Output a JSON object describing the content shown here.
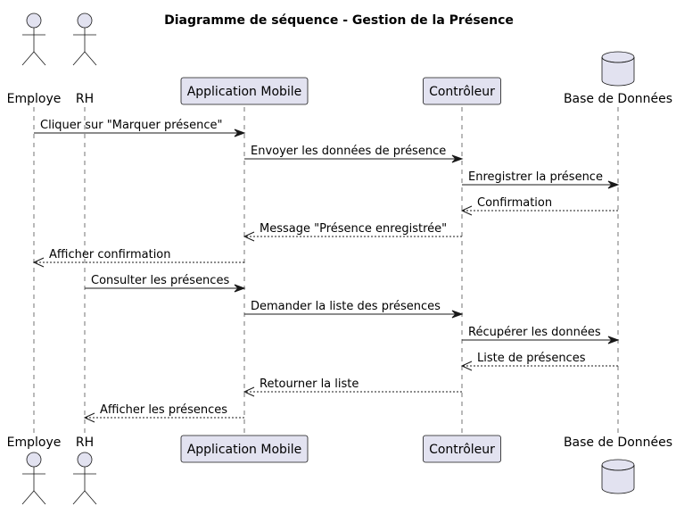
{
  "title": "Diagramme de séquence - Gestion de la Présence",
  "participants": [
    {
      "id": "employe",
      "label": "Employe",
      "kind": "actor"
    },
    {
      "id": "rh",
      "label": "RH",
      "kind": "actor"
    },
    {
      "id": "app",
      "label": "Application Mobile",
      "kind": "box"
    },
    {
      "id": "ctrl",
      "label": "Contrôleur",
      "kind": "box"
    },
    {
      "id": "db",
      "label": "Base de Données",
      "kind": "database"
    }
  ],
  "messages": [
    {
      "from": "employe",
      "to": "app",
      "label": "Cliquer sur \"Marquer présence\"",
      "style": "solid"
    },
    {
      "from": "app",
      "to": "ctrl",
      "label": "Envoyer les données de présence",
      "style": "solid"
    },
    {
      "from": "ctrl",
      "to": "db",
      "label": "Enregistrer la présence",
      "style": "solid"
    },
    {
      "from": "db",
      "to": "ctrl",
      "label": "Confirmation",
      "style": "dashed"
    },
    {
      "from": "ctrl",
      "to": "app",
      "label": "Message \"Présence enregistrée\"",
      "style": "dashed"
    },
    {
      "from": "app",
      "to": "employe",
      "label": "Afficher confirmation",
      "style": "dashed"
    },
    {
      "from": "rh",
      "to": "app",
      "label": "Consulter les présences",
      "style": "solid"
    },
    {
      "from": "app",
      "to": "ctrl",
      "label": "Demander la liste des présences",
      "style": "solid"
    },
    {
      "from": "ctrl",
      "to": "db",
      "label": "Récupérer les données",
      "style": "solid"
    },
    {
      "from": "db",
      "to": "ctrl",
      "label": "Liste de présences",
      "style": "dashed"
    },
    {
      "from": "ctrl",
      "to": "app",
      "label": "Retourner la liste",
      "style": "dashed"
    },
    {
      "from": "app",
      "to": "rh",
      "label": "Afficher les présences",
      "style": "dashed"
    }
  ],
  "colors": {
    "participant_fill": "#E2E2F0",
    "participant_stroke": "#181818",
    "line": "#181818",
    "lifeline": "#181818"
  }
}
